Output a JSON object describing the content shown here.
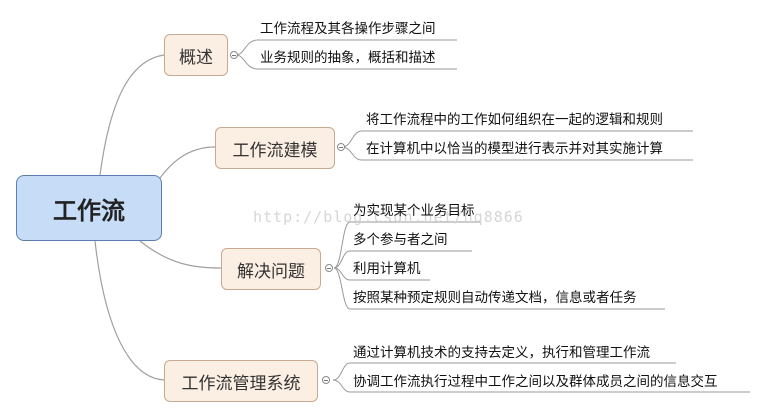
{
  "root": {
    "label": "工作流"
  },
  "branches": [
    {
      "label": "概述",
      "leaves": [
        "工作流程及其各操作步骤之间",
        "业务规则的抽象，概括和描述"
      ]
    },
    {
      "label": "工作流建模",
      "leaves": [
        "将工作流程中的工作如何组织在一起的逻辑和规则",
        "在计算机中以恰当的模型进行表示并对其实施计算"
      ]
    },
    {
      "label": "解决问题",
      "leaves": [
        "为实现某个业务目标",
        "多个参与者之间",
        "利用计算机",
        "按照某种预定规则自动传递文档，信息或者任务"
      ]
    },
    {
      "label": "工作流管理系统",
      "leaves": [
        "通过计算机技术的支持去定义，执行和管理工作流",
        "协调工作流执行过程中工作之间以及群体成员之间的信息交互"
      ]
    }
  ],
  "watermark": "http://blog.csdn.net/hq8866",
  "colors": {
    "root_fill": "#c6dcf7",
    "branch_fill": "#fbeee3",
    "line": "#9a9a9a"
  }
}
